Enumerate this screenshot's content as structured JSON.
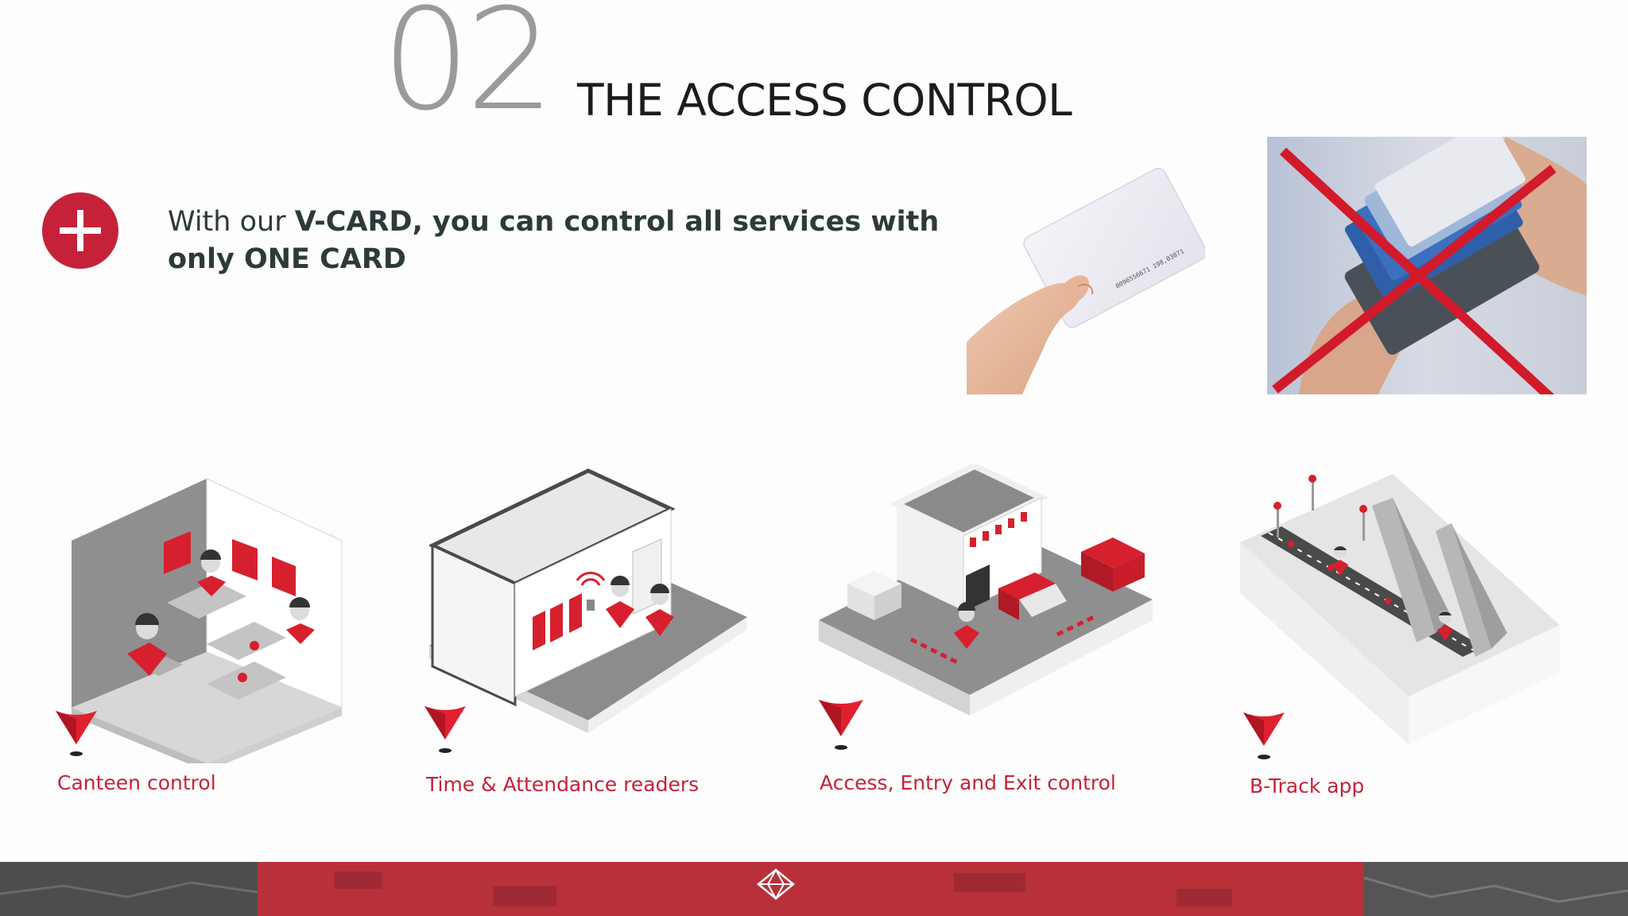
{
  "slide": {
    "section_number": "02",
    "section_title": "THE ACCESS CONTROL"
  },
  "lead": {
    "prefix": "With our ",
    "bold": "V-CARD, you can control all services with only ONE CARD"
  },
  "card_number_text": "0096556671 198,03071",
  "features": [
    {
      "label": "Canteen control"
    },
    {
      "label": "Time & Attendance readers"
    },
    {
      "label": "Access, Entry and Exit control"
    },
    {
      "label": "B-Track app"
    }
  ],
  "colors": {
    "accent_red": "#c5223a",
    "title_gray": "#9a9a9a",
    "text_dark": "#2d3a3a"
  },
  "icons": {
    "plus": "plus-icon",
    "pin": "map-pin-icon",
    "logo": "company-logo-icon"
  }
}
